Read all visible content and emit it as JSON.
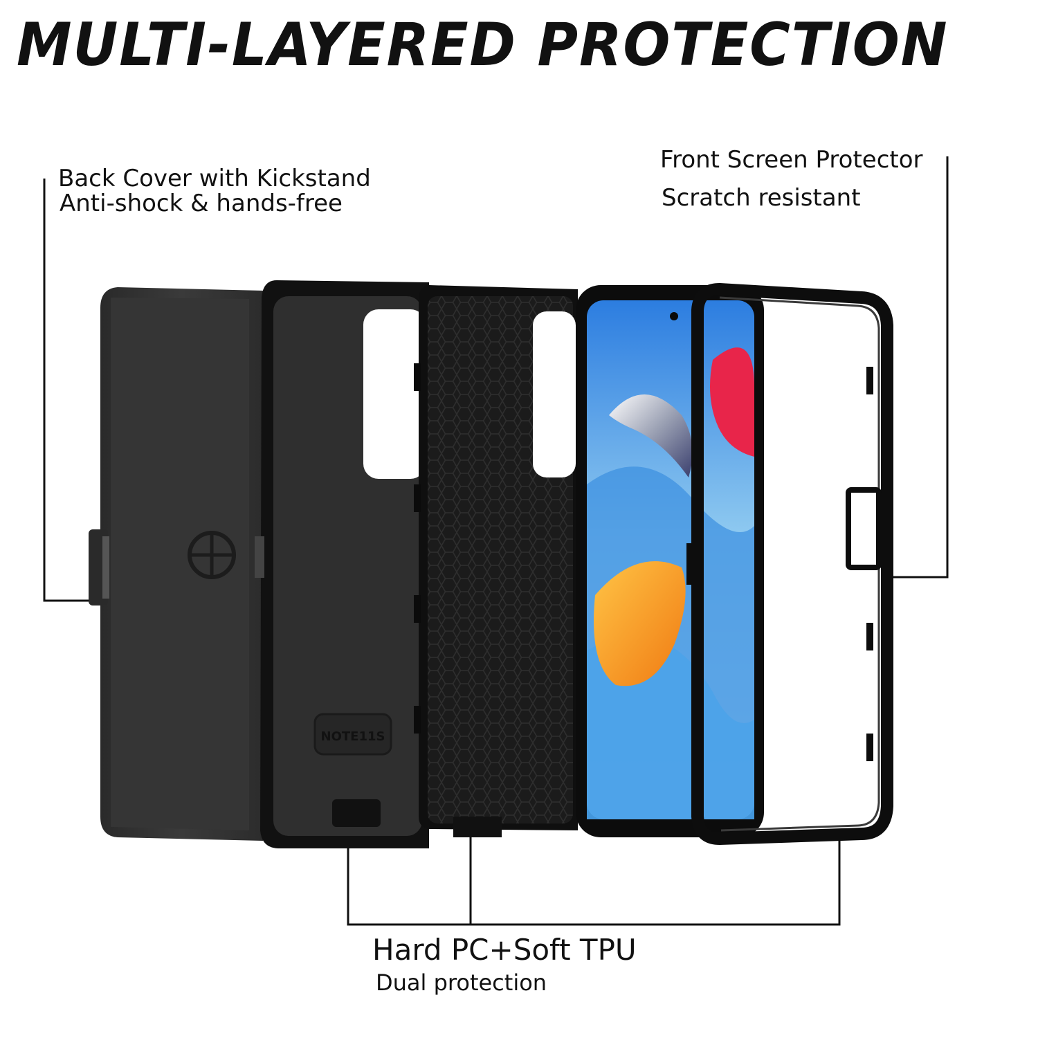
{
  "headline": "MULTI-LAYERED PROTECTION",
  "callouts": {
    "back_cover": {
      "title": "Back Cover with Kickstand",
      "subtitle": "Anti-shock & hands-free"
    },
    "front_screen": {
      "title": "Front Screen Protector",
      "subtitle": "Scratch resistant"
    },
    "shell": {
      "title": "Hard PC+Soft TPU",
      "subtitle": "Dual protection"
    }
  },
  "product": {
    "case_label": "NOTE11S",
    "layers": [
      "holster-kickstand",
      "hard-pc-shell",
      "soft-tpu-liner",
      "phone",
      "front-frame"
    ]
  },
  "colors": {
    "text": "#111111",
    "case_black": "#1a1a1a",
    "case_gray": "#3a3a3a",
    "screen_blue": "#1e6fd6",
    "screen_light": "#a9d8f2",
    "accent_red": "#e8254a",
    "accent_orange": "#f59a1d"
  }
}
